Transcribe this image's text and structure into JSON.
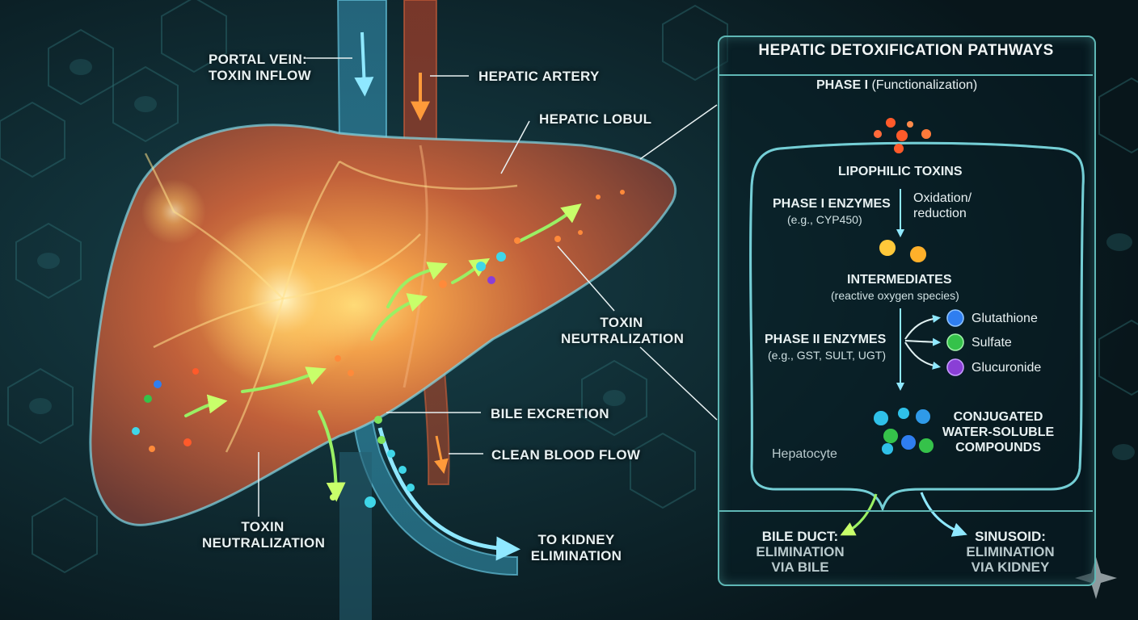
{
  "labels": {
    "portal_vein": [
      "PORTAL VEIN:",
      "TOXIN INFLOW"
    ],
    "hepatic_artery": "HEPATIC ARTERY",
    "hepatic_lobul": "HEPATIC LOBUL",
    "toxin_neutralization_right": [
      "TOXIN",
      "NEUTRALIZATION"
    ],
    "toxin_neutralization_bottom": [
      "TOXIN",
      "NEUTRALIZATION"
    ],
    "bile_excretion": "BILE EXCRETION",
    "clean_blood_flow": "CLEAN BLOOD FLOW",
    "to_kidney": [
      "TO KIDNEY",
      "ELIMINATION"
    ]
  },
  "panel": {
    "title": "HEPATIC DETOXIFICATION PATHWAYS",
    "phase1_heading": "PHASE I",
    "phase1_sub": "(Functionalization)",
    "lipophilic": "LIPOPHILIC TOXINS",
    "phase1_enzymes": "PHASE I ENZYMES",
    "phase1_example": "(e.g., CYP450)",
    "oxidation": [
      "Oxidation/",
      "reduction"
    ],
    "intermediates": "INTERMEDIATES",
    "intermediates_sub": "(reactive oxygen species)",
    "phase2_enzymes": "PHASE II ENZYMES",
    "phase2_example": "(e.g., GST, SULT, UGT)",
    "conjugates": [
      "Glutathione",
      "Sulfate",
      "Glucuronide"
    ],
    "conjugated": [
      "CONJUGATED",
      "WATER-SOLUBLE",
      "COMPOUNDS"
    ],
    "hepatocyte": "Hepatocyte",
    "bile_duct": [
      "BILE DUCT:",
      "ELIMINATION",
      "VIA BILE"
    ],
    "sinusoid": [
      "SINUSOID:",
      "ELIMINATION",
      "VIA KIDNEY"
    ]
  },
  "colors": {
    "background": "#0b1e24",
    "accent": "#5fb7b5",
    "liver": "#c0603a",
    "glow": "#ffd36b",
    "bile": "#7fe35a",
    "vein": "#5fc7e8",
    "glutathione": "#2f7ef0",
    "sulfate": "#35c24a",
    "glucuronide": "#8a3fd6",
    "toxin": "#ff5a2a"
  }
}
